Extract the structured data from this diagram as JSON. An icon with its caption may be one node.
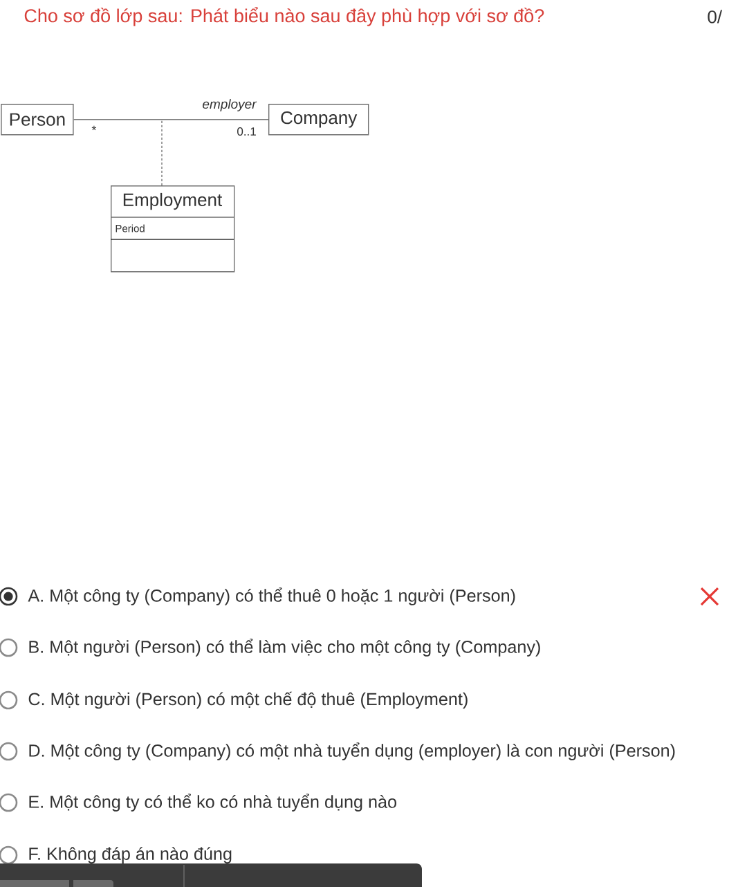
{
  "diagram": {
    "title": "Cho sơ đồ lớp sau: Phát biểu nào sau đây phù hợp với sơ đồ?",
    "nodes": [
      {
        "text": [
          "Person"
        ]
      },
      {
        "text": [
          "Company"
        ]
      },
      {
        "text": [
          "Employment",
          "Period"
        ]
      }
    ],
    "edges": [
      {
        "from": 0,
        "to": 1,
        "arrow": "none"
      },
      {
        "from": 2,
        "to": null,
        "arrow": "none",
        "style": "dashed"
      }
    ],
    "labels": [
      "0/",
      "employer",
      "*",
      "0..1",
      "A. Một công ty (Company) có thể thuê 0 hoặc 1 người (Person)",
      "B. Một người (Person) có thể làm việc cho một công ty (Company)",
      "C. Một người (Person) có một chế độ thuê (Employment)",
      "D. Một công ty (Company) có một nhà tuyển dụng (employer) là con người (Person)",
      "E. Một công ty có thể ko có nhà tuyển dụng nào",
      "F. Không đáp án nào đúng"
    ]
  }
}
